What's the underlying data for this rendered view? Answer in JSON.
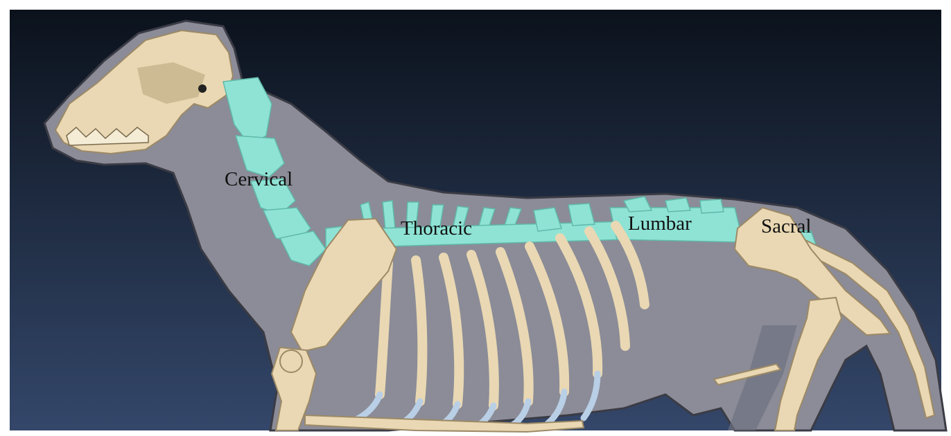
{
  "diagram": {
    "labels": {
      "cervical": "Cervical",
      "thoracic": "Thoracic",
      "lumbar": "Lumbar",
      "sacral": "Sacral"
    },
    "colors": {
      "background_top": "#0b121c",
      "background_bottom": "#34476a",
      "body": "#8b8c97",
      "body_outline": "#3a3b44",
      "bone": "#e9d8b3",
      "bone_outline": "#9c8966",
      "vertebrae": "#8fe3d5",
      "cartilage": "#b9cfe6"
    }
  }
}
